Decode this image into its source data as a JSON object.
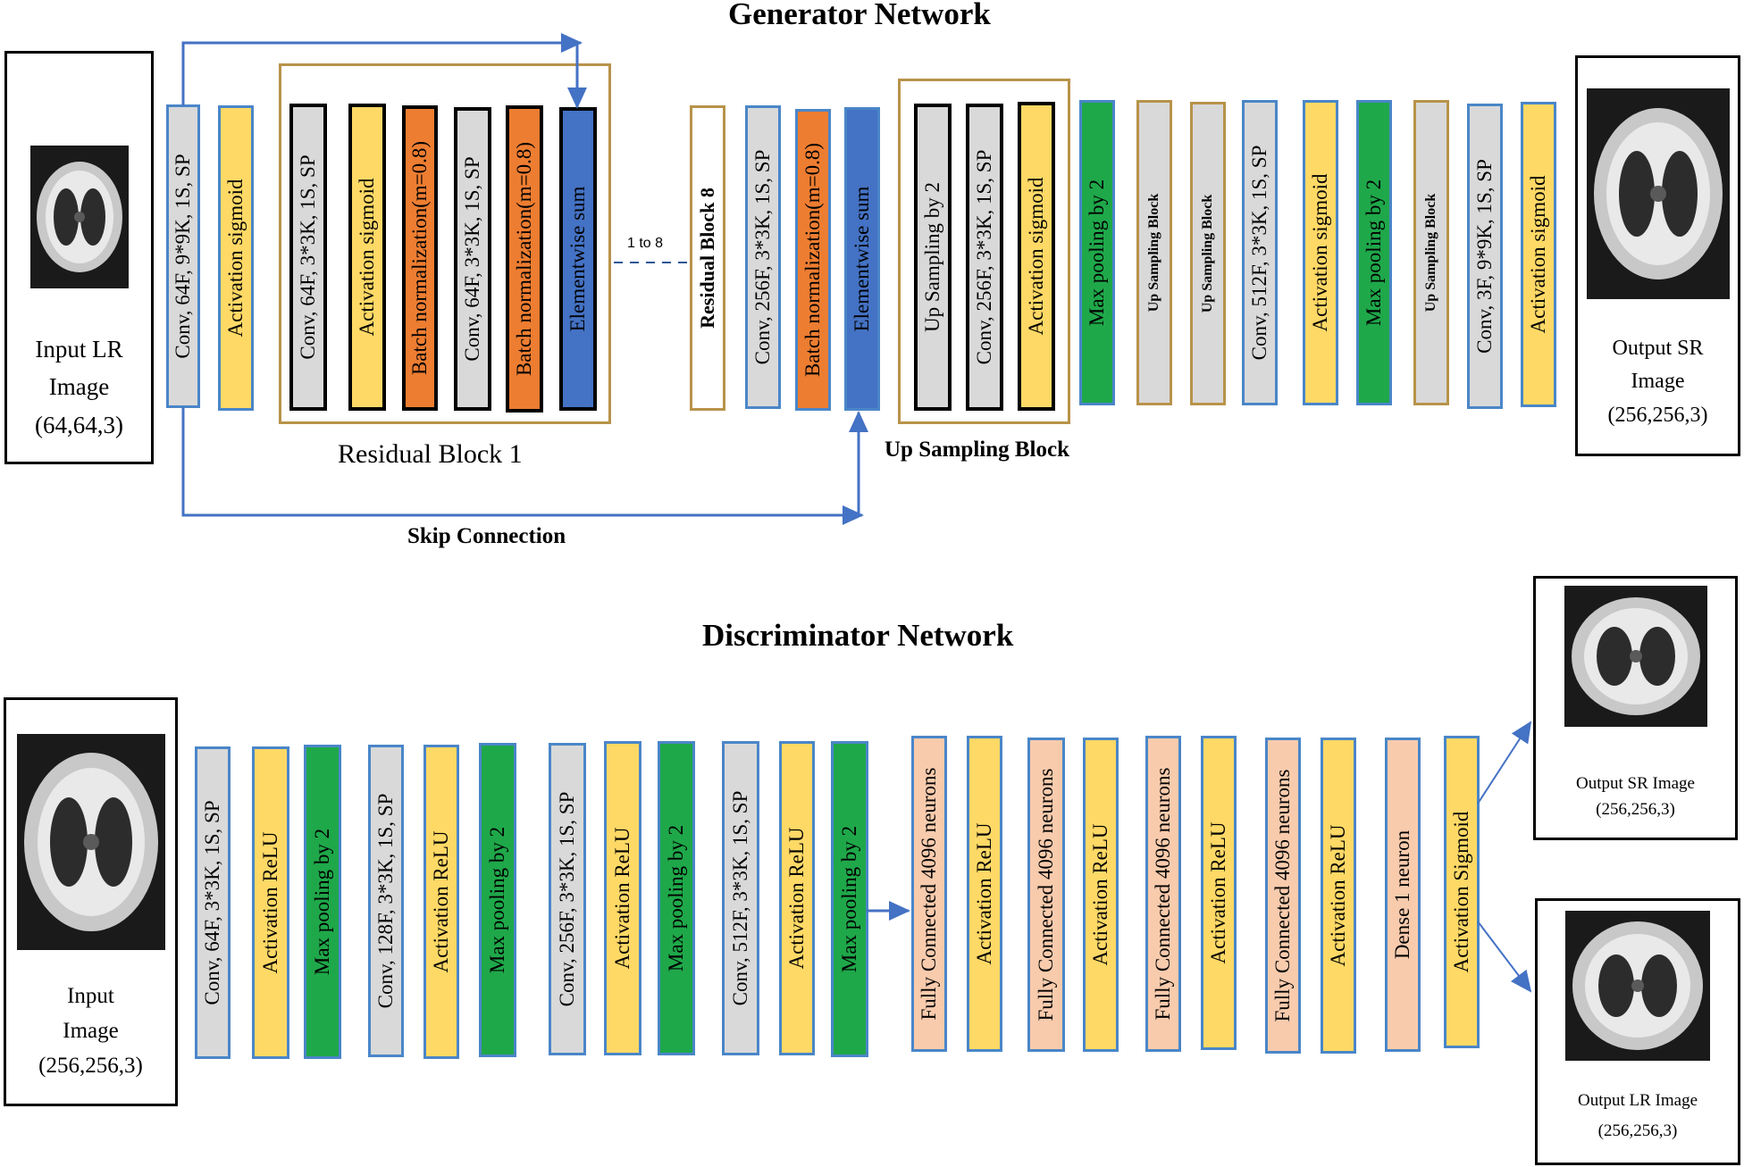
{
  "generator": {
    "title": "Generator Network",
    "input_frame": {
      "line1": "Input LR",
      "line2": "Image",
      "line3": "(64,64,3)"
    },
    "output_frame": {
      "line1": "Output SR",
      "line2": "Image",
      "line3": "(256,256,3)"
    },
    "layers": [
      {
        "label": "Conv, 64F, 9*9K, 1S, SP",
        "kind": "conv"
      },
      {
        "label": "Activation sigmoid",
        "kind": "activation"
      },
      {
        "label": "Conv, 64F, 3*3K, 1S, SP",
        "kind": "conv-dark"
      },
      {
        "label": "Activation sigmoid",
        "kind": "activation-dark"
      },
      {
        "label": "Batch normalization(m=0.8)",
        "kind": "batchnorm-dark"
      },
      {
        "label": "Conv, 64F, 3*3K, 1S, SP",
        "kind": "conv-dark"
      },
      {
        "label": "Batch normalization(m=0.8)",
        "kind": "batchnorm-dark"
      },
      {
        "label": "Elementwise sum",
        "kind": "sum-dark"
      },
      {
        "label": "Residual Block 8",
        "kind": "residual"
      },
      {
        "label": "Conv, 256F, 3*3K, 1S, SP",
        "kind": "conv"
      },
      {
        "label": "Batch normalization(m=0.8)",
        "kind": "batchnorm"
      },
      {
        "label": "Elementwise sum",
        "kind": "sum"
      },
      {
        "label": "Up Sampling by 2",
        "kind": "upsample-dark"
      },
      {
        "label": "Conv, 256F, 3*3K, 1S, SP",
        "kind": "conv-dark"
      },
      {
        "label": "Activation sigmoid",
        "kind": "activation-dark"
      },
      {
        "label": "Max pooling by 2",
        "kind": "maxpool"
      },
      {
        "label": "Up Sampling Block",
        "kind": "upblock"
      },
      {
        "label": "Up Sampling Block",
        "kind": "upblock"
      },
      {
        "label": "Conv, 512F, 3*3K, 1S, SP",
        "kind": "conv"
      },
      {
        "label": "Activation sigmoid",
        "kind": "activation"
      },
      {
        "label": "Max pooling by 2",
        "kind": "maxpool"
      },
      {
        "label": "Up Sampling Block",
        "kind": "upblock"
      },
      {
        "label": "Conv, 3F, 9*9K, 1S, SP",
        "kind": "conv"
      },
      {
        "label": "Activation sigmoid",
        "kind": "activation"
      }
    ],
    "residual_block_label": "Residual Block 1",
    "repeat_label": "1 to 8",
    "up_sampling_block_label": "Up Sampling Block",
    "skip_connection_label": "Skip Connection"
  },
  "discriminator": {
    "title": "Discriminator Network",
    "input_frame": {
      "line1": "Input",
      "line2": "Image",
      "line3": "(256,256,3)"
    },
    "output_sr_frame": {
      "line1": "Output SR Image",
      "line2": "(256,256,3)"
    },
    "output_lr_frame": {
      "line1": "Output LR Image",
      "line2": "(256,256,3)"
    },
    "layers": [
      {
        "label": "Conv, 64F, 3*3K, 1S, SP",
        "kind": "conv"
      },
      {
        "label": "Activation ReLU",
        "kind": "activation"
      },
      {
        "label": "Max pooling by 2",
        "kind": "maxpool"
      },
      {
        "label": "Conv, 128F, 3*3K, 1S, SP",
        "kind": "conv"
      },
      {
        "label": "Activation ReLU",
        "kind": "activation"
      },
      {
        "label": "Max pooling by 2",
        "kind": "maxpool"
      },
      {
        "label": "Conv, 256F, 3*3K, 1S, SP",
        "kind": "conv"
      },
      {
        "label": "Activation ReLU",
        "kind": "activation"
      },
      {
        "label": "Max pooling by 2",
        "kind": "maxpool"
      },
      {
        "label": "Conv, 512F, 3*3K, 1S, SP",
        "kind": "conv"
      },
      {
        "label": "Activation ReLU",
        "kind": "activation"
      },
      {
        "label": "Max pooling by 2",
        "kind": "maxpool"
      },
      {
        "label": "Fully Connected 4096 neurons",
        "kind": "dense"
      },
      {
        "label": "Activation ReLU",
        "kind": "activation"
      },
      {
        "label": "Fully Connected 4096 neurons",
        "kind": "dense"
      },
      {
        "label": "Activation ReLU",
        "kind": "activation"
      },
      {
        "label": "Fully Connected 4096 neurons",
        "kind": "dense"
      },
      {
        "label": "Activation ReLU",
        "kind": "activation"
      },
      {
        "label": "Fully Connected 4096 neurons",
        "kind": "dense"
      },
      {
        "label": "Activation ReLU",
        "kind": "activation"
      },
      {
        "label": "Dense 1 neuron",
        "kind": "dense"
      },
      {
        "label": "Activation Sigmoid",
        "kind": "activation"
      }
    ]
  },
  "colors": {
    "conv_fill": "#d9d9d9",
    "activation_fill": "#ffd966",
    "batchnorm_fill": "#ed7d31",
    "sum_fill": "#4472c4",
    "maxpool_fill": "#1fa84a",
    "dense_fill": "#f8cbad",
    "layer_border": "#4a86c8",
    "tan_border": "#b8934a",
    "arrow": "#4472c4"
  }
}
